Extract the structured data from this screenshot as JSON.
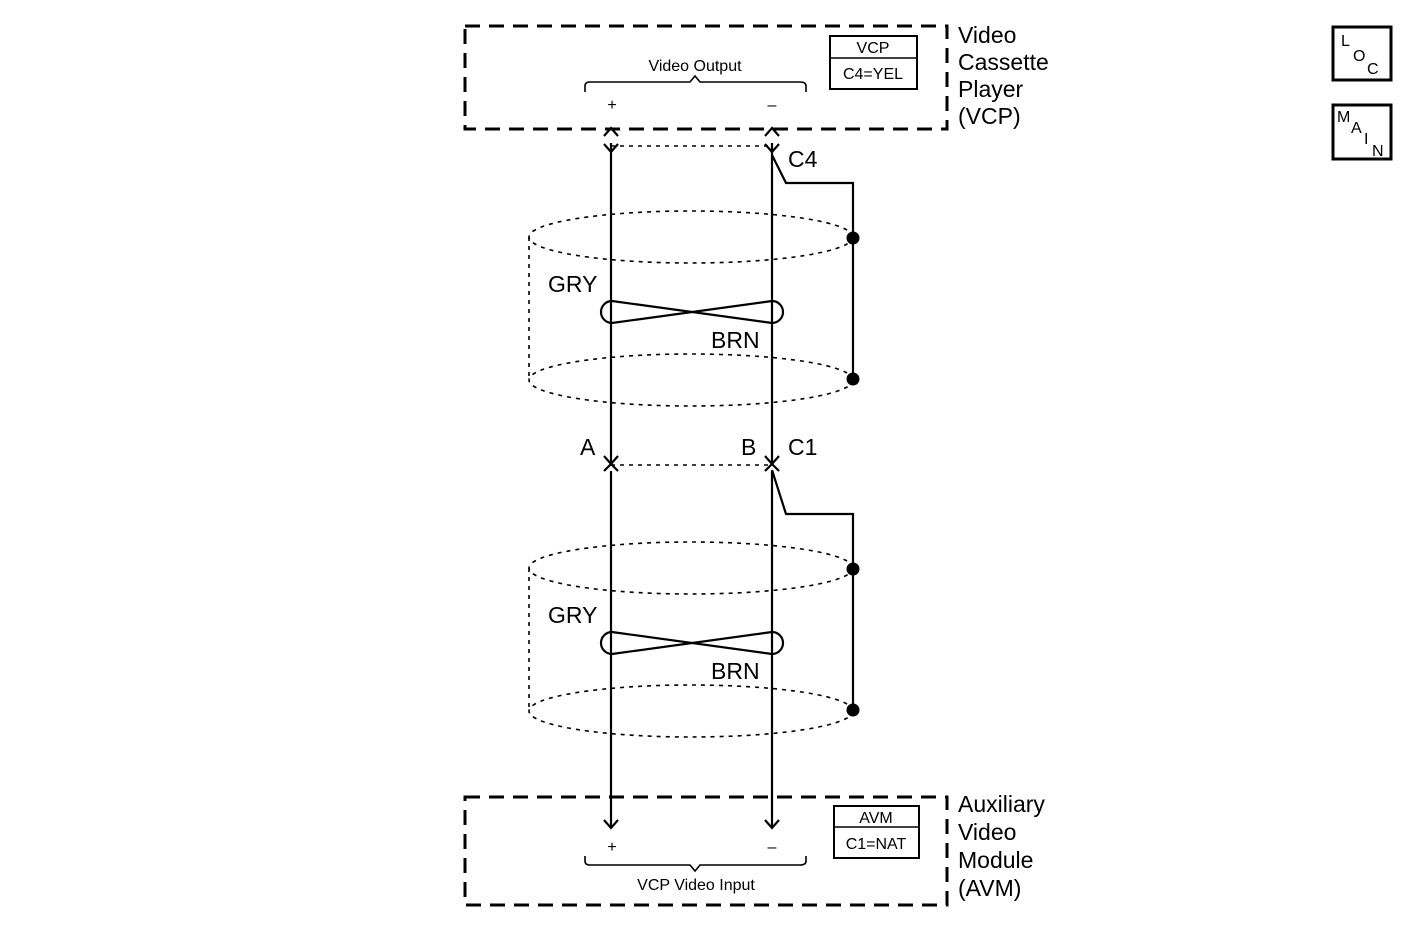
{
  "vcp": {
    "title_lines": [
      "Video",
      "Cassette",
      "Player",
      "(VCP)"
    ],
    "connector_name": "VCP",
    "connector_info": "C4=YEL",
    "group_label": "Video Output",
    "pin_plus": "+",
    "pin_minus": "–"
  },
  "avm": {
    "title_lines": [
      "Auxiliary",
      "Video",
      "Module",
      "(AVM)"
    ],
    "connector_name": "AVM",
    "connector_info": "C1=NAT",
    "group_label": "VCP Video Input",
    "pin_plus": "+",
    "pin_minus": "–"
  },
  "connectors": {
    "upper": "C4",
    "inline": "C1",
    "inline_pin_a": "A",
    "inline_pin_b": "B"
  },
  "cable_upper": {
    "wire_color_1": "GRY",
    "wire_color_2": "BRN"
  },
  "cable_lower": {
    "wire_color_1": "GRY",
    "wire_color_2": "BRN"
  },
  "nav": {
    "loc": [
      "L",
      "O",
      "C"
    ],
    "main": [
      "M",
      "A",
      "I",
      "N"
    ]
  }
}
